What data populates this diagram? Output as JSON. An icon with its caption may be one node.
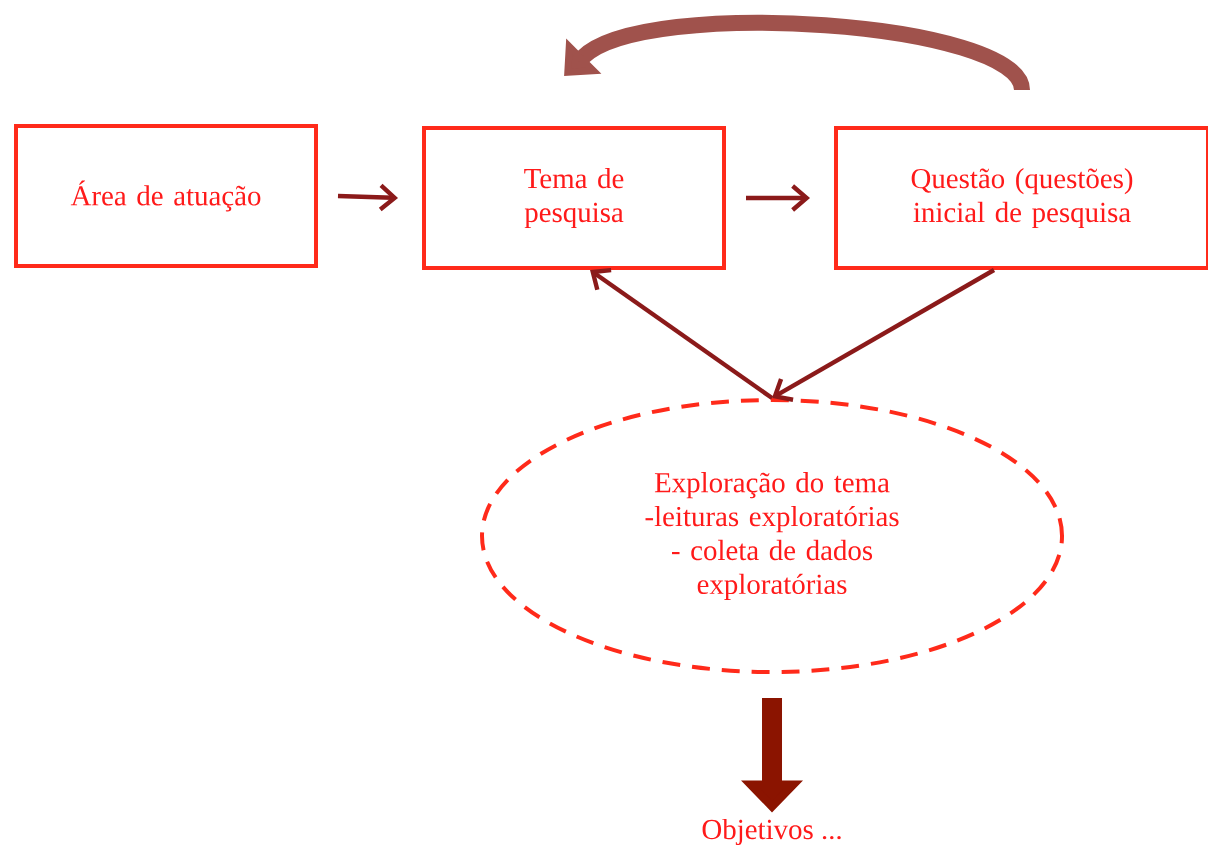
{
  "diagram": {
    "nodes": [
      {
        "text": [
          "Área de atuação"
        ]
      },
      {
        "text": [
          "Tema de pesquisa"
        ]
      },
      {
        "text": [
          "Questão (questões) inicial de pesquisa"
        ]
      },
      {
        "text": [
          "Exploração do tema",
          "-leituras exploratórias",
          "- coleta de dados exploratórias"
        ]
      },
      {
        "text": [
          "Objetivos ..."
        ]
      }
    ],
    "edges": [
      {
        "from": 0,
        "to": 1,
        "arrow": "to"
      },
      {
        "from": 1,
        "to": 2,
        "arrow": "to"
      },
      {
        "from": 2,
        "to": 1,
        "arrow": "to",
        "style": "thick",
        "color": "#a0524c"
      },
      {
        "from": 3,
        "to": 1,
        "arrow": "to"
      },
      {
        "from": 2,
        "to": 3,
        "arrow": "to"
      },
      {
        "from": 3,
        "to": 4,
        "arrow": "to",
        "style": "thick",
        "color": "#8b1400"
      }
    ]
  }
}
